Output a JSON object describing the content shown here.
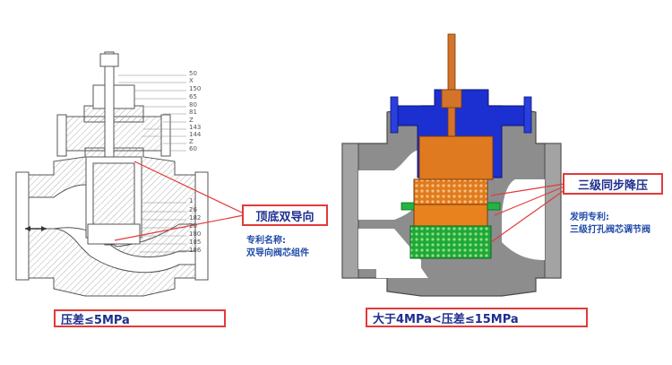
{
  "callouts": {
    "left_feature": "顶底双导向",
    "right_feature": "三级同步降压",
    "left_pressure": "压差≤5MPa",
    "right_pressure": "大于4MPa<压差≤15MPa"
  },
  "patents": {
    "left_line1": "专利名称:",
    "left_line2": "双导向阀芯组件",
    "right_line1": "发明专利:",
    "right_line2": "三级打孔阀芯调节阀"
  },
  "part_numbers": [
    "50",
    "X",
    "150",
    "65",
    "80",
    "81",
    "Z",
    "143",
    "144",
    "Z",
    "60",
    "1",
    "26",
    "182",
    "20",
    "180",
    "185",
    "186"
  ],
  "colors": {
    "callout_border": "#e23a3a",
    "callout_text": "#1d2f8f",
    "patent_text": "#1f4aa8",
    "body_gray": "#8d8d8d",
    "bonnet_blue": "#1c2fd0",
    "stem_orange": "#d4742a",
    "cage_green": "#22b540"
  }
}
